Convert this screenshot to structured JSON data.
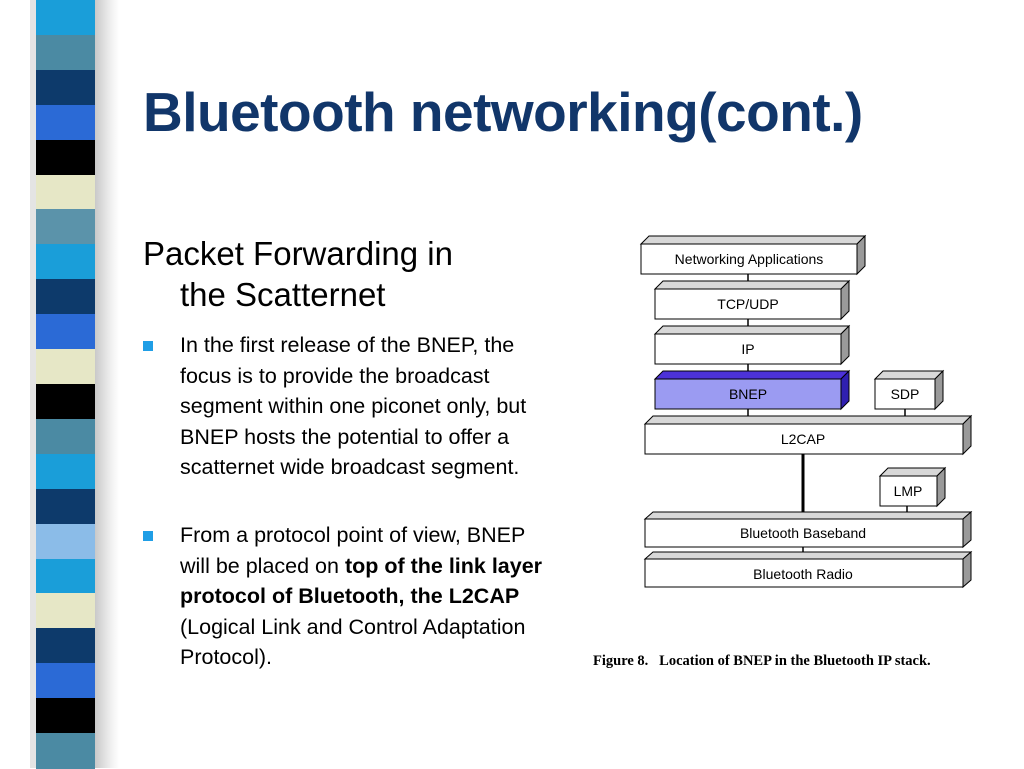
{
  "slide": {
    "title": "Bluetooth networking(cont.)",
    "subtitle_line1": "Packet Forwarding in",
    "subtitle_line2": "the Scatternet",
    "bullets": [
      {
        "text": "In the first release of the BNEP, the focus is to provide the broadcast segment within one piconet only, but BNEP hosts the potential to offer a scatternet wide broadcast segment."
      },
      {
        "pre": "From a protocol point of view, BNEP will be placed on ",
        "bold": "top of the link layer protocol of Bluetooth, the L2CAP",
        "post": " (Logical Link and Control Adaptation Protocol)."
      }
    ]
  },
  "diagram": {
    "labels": {
      "networking_applications": "Networking Applications",
      "tcp_udp": "TCP/UDP",
      "ip": "IP",
      "bnep": "BNEP",
      "sdp": "SDP",
      "l2cap": "L2CAP",
      "lmp": "LMP",
      "baseband": "Bluetooth Baseband",
      "radio": "Bluetooth Radio"
    },
    "caption": "Figure 8.   Location of BNEP in the Bluetooth IP stack.",
    "colors": {
      "box_fill": "#ffffff",
      "box_top": "#d8d8d8",
      "box_side": "#9a9a9a",
      "bnep_fill": "#9b9bf2",
      "bnep_top": "#4c32d8",
      "bnep_side": "#2f1fb0"
    }
  },
  "stripe_colors": [
    "#1a9ed9",
    "#4b8aa3",
    "#0d3a6b",
    "#2b6ad6",
    "#000000",
    "#e6e7c6",
    "#5b93aa",
    "#1a9ed9",
    "#0d3a6b",
    "#2b6ad6",
    "#e6e7c6",
    "#000000",
    "#4b8aa3",
    "#1a9ed9",
    "#0d3a6b",
    "#8bbce8",
    "#1a9ed9",
    "#e6e7c6",
    "#0d3a6b",
    "#2b6ad6",
    "#000000",
    "#4b8aa3"
  ]
}
